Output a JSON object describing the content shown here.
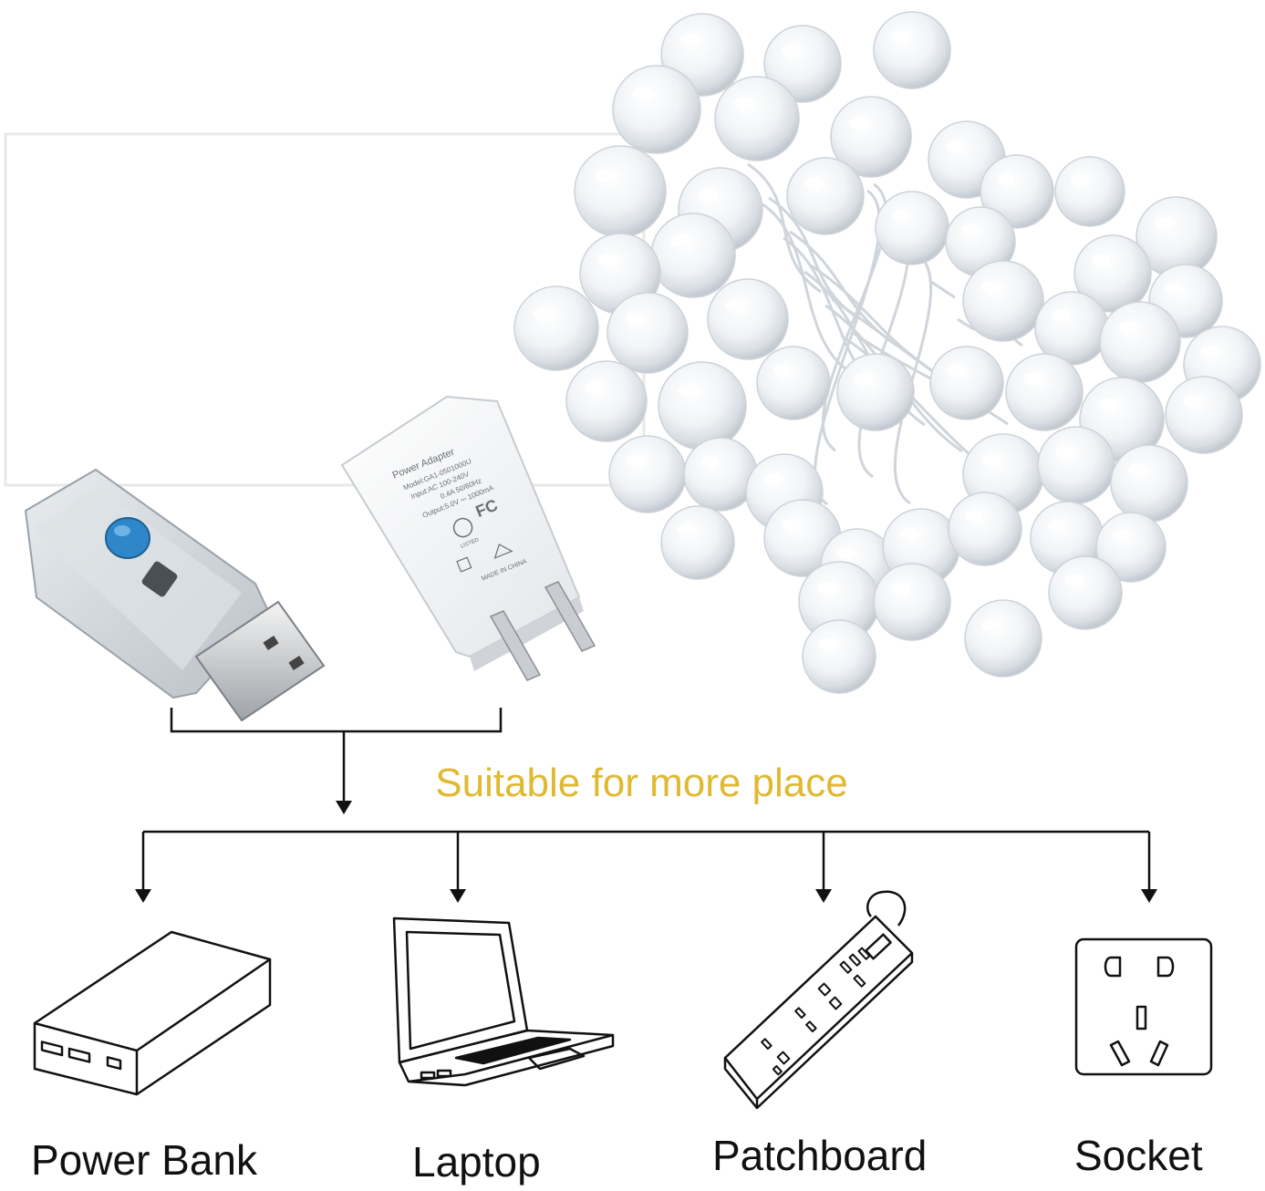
{
  "adapter": {
    "title": "Power Adapter",
    "model": "Model:GA1-0501000U",
    "input": "Input:AC 100-240V",
    "input_current": "0.4A 50/60Hz",
    "output": "Output:5.0V ⎓ 1000mA",
    "origin": "MADE IN CHINA",
    "fcc_mark": "FC",
    "listed": "LISTED"
  },
  "headline": "Suitable for more place",
  "targets": [
    {
      "label": "Power Bank",
      "icon": "power-bank-icon"
    },
    {
      "label": "Laptop",
      "icon": "laptop-icon"
    },
    {
      "label": "Patchboard",
      "icon": "patchboard-icon"
    },
    {
      "label": "Socket",
      "icon": "socket-icon"
    }
  ],
  "colors": {
    "headline": "#e0b930",
    "line": "#111111",
    "usb_button": "#2f86c9",
    "bulb": "#f2f5f8"
  }
}
